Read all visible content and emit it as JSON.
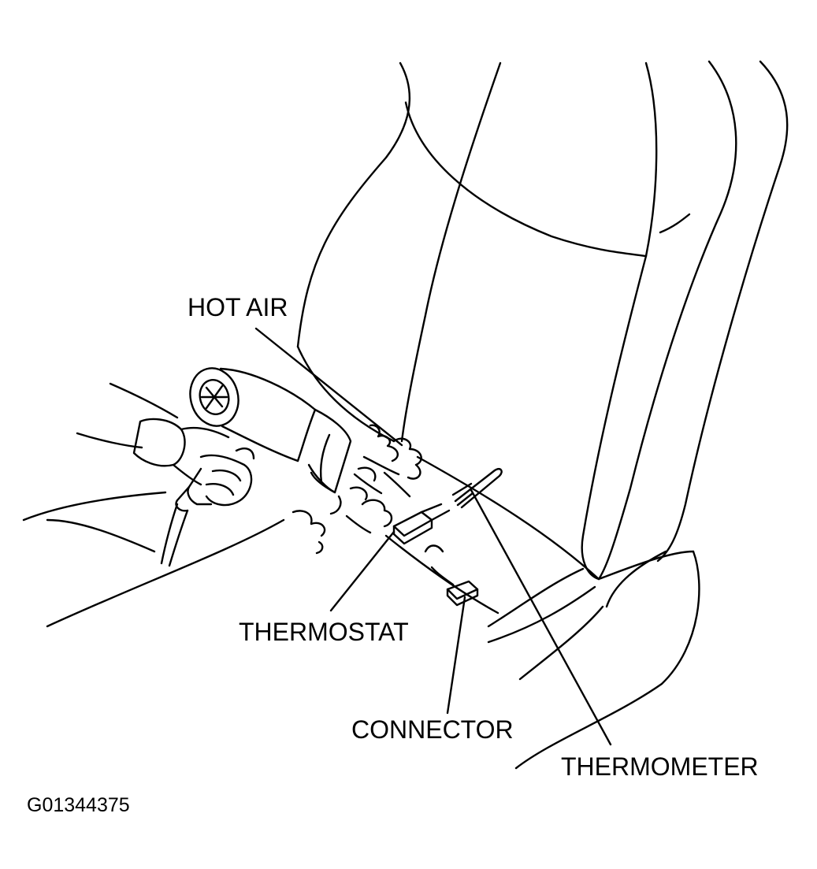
{
  "labels": {
    "hot_air": "HOT AIR",
    "thermostat": "THERMOSTAT",
    "connector": "CONNECTOR",
    "thermometer": "THERMOMETER"
  },
  "figure_id": "G01344375",
  "colors": {
    "ink": "#000000",
    "background": "#ffffff"
  }
}
